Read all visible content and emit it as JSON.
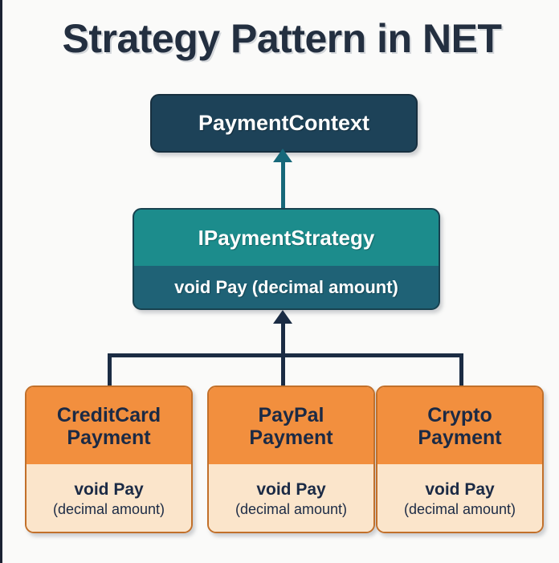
{
  "title": "Strategy Pattern in NET",
  "colors": {
    "background": "#fafaf9",
    "title_text": "#232f40",
    "context_fill": "#1d4258",
    "interface_header_fill": "#1c8c8c",
    "interface_body_fill": "#1f6276",
    "impl_header_fill": "#f28f3e",
    "impl_body_fill": "#fbe5cb",
    "impl_border": "#c2702a",
    "connector_dark": "#1b2c44",
    "connector_teal": "#17687a"
  },
  "diagram": {
    "type": "uml-class-diagram",
    "context": {
      "name": "PaymentContext"
    },
    "interface": {
      "name": "IPaymentStrategy",
      "method": "void Pay (decimal amount)"
    },
    "implementations": [
      {
        "name_line1": "CreditCard",
        "name_line2": "Payment",
        "method_main": "void Pay",
        "method_sub": "(decimal amount)"
      },
      {
        "name_line1": "PayPal",
        "name_line2": "Payment",
        "method_main": "void Pay",
        "method_sub": "(decimal amount)"
      },
      {
        "name_line1": "Crypto",
        "name_line2": "Payment",
        "method_main": "void Pay",
        "method_sub": "(decimal amount)"
      }
    ],
    "relations": [
      {
        "from": "IPaymentStrategy",
        "to": "PaymentContext",
        "kind": "association-arrow-up"
      },
      {
        "from": "implementations",
        "to": "IPaymentStrategy",
        "kind": "realization-arrow-up"
      }
    ]
  }
}
